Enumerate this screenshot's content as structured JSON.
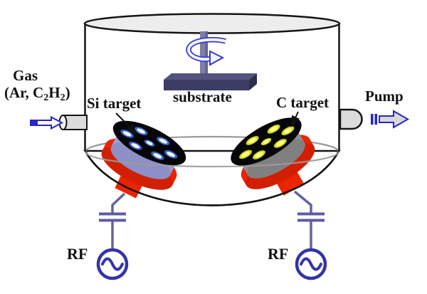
{
  "labels": {
    "gas_title": "Gas",
    "gas_formula": {
      "pre": "(Ar, C",
      "sub1": "2",
      "mid": "H",
      "sub2": "2",
      "post": ")"
    },
    "si_target": "Si target",
    "substrate": "substrate",
    "c_target": "C target",
    "pump": "Pump",
    "rf_left": "RF",
    "rf_right": "RF"
  },
  "colors": {
    "chamber_outline": "#141414",
    "lid_fill": "#ededed",
    "rim_gray": "#9b9b9b",
    "pipe_fill": "#dcdcdc",
    "arrow_blue": "#2525c8",
    "wire_blue": "#63639f",
    "rf_blue": "#3434a8",
    "holder_red": "#ea2300",
    "si_body_lavender": "#9c9cd8",
    "c_body_gray": "#8f8f8f",
    "target_face_black": "#06060a",
    "si_spot_glow": "#3c6cd8",
    "si_spot_core": "#eef4ff",
    "c_spot_glow": "#d6d81c",
    "c_spot_core": "#fbff8a",
    "substrate_front": "#3d3d63",
    "substrate_top": "#53537e",
    "substrate_side": "#2e2e4c",
    "rod_fill": "#7e7ea8",
    "rotation_arrow_blue": "#3a3acc"
  }
}
